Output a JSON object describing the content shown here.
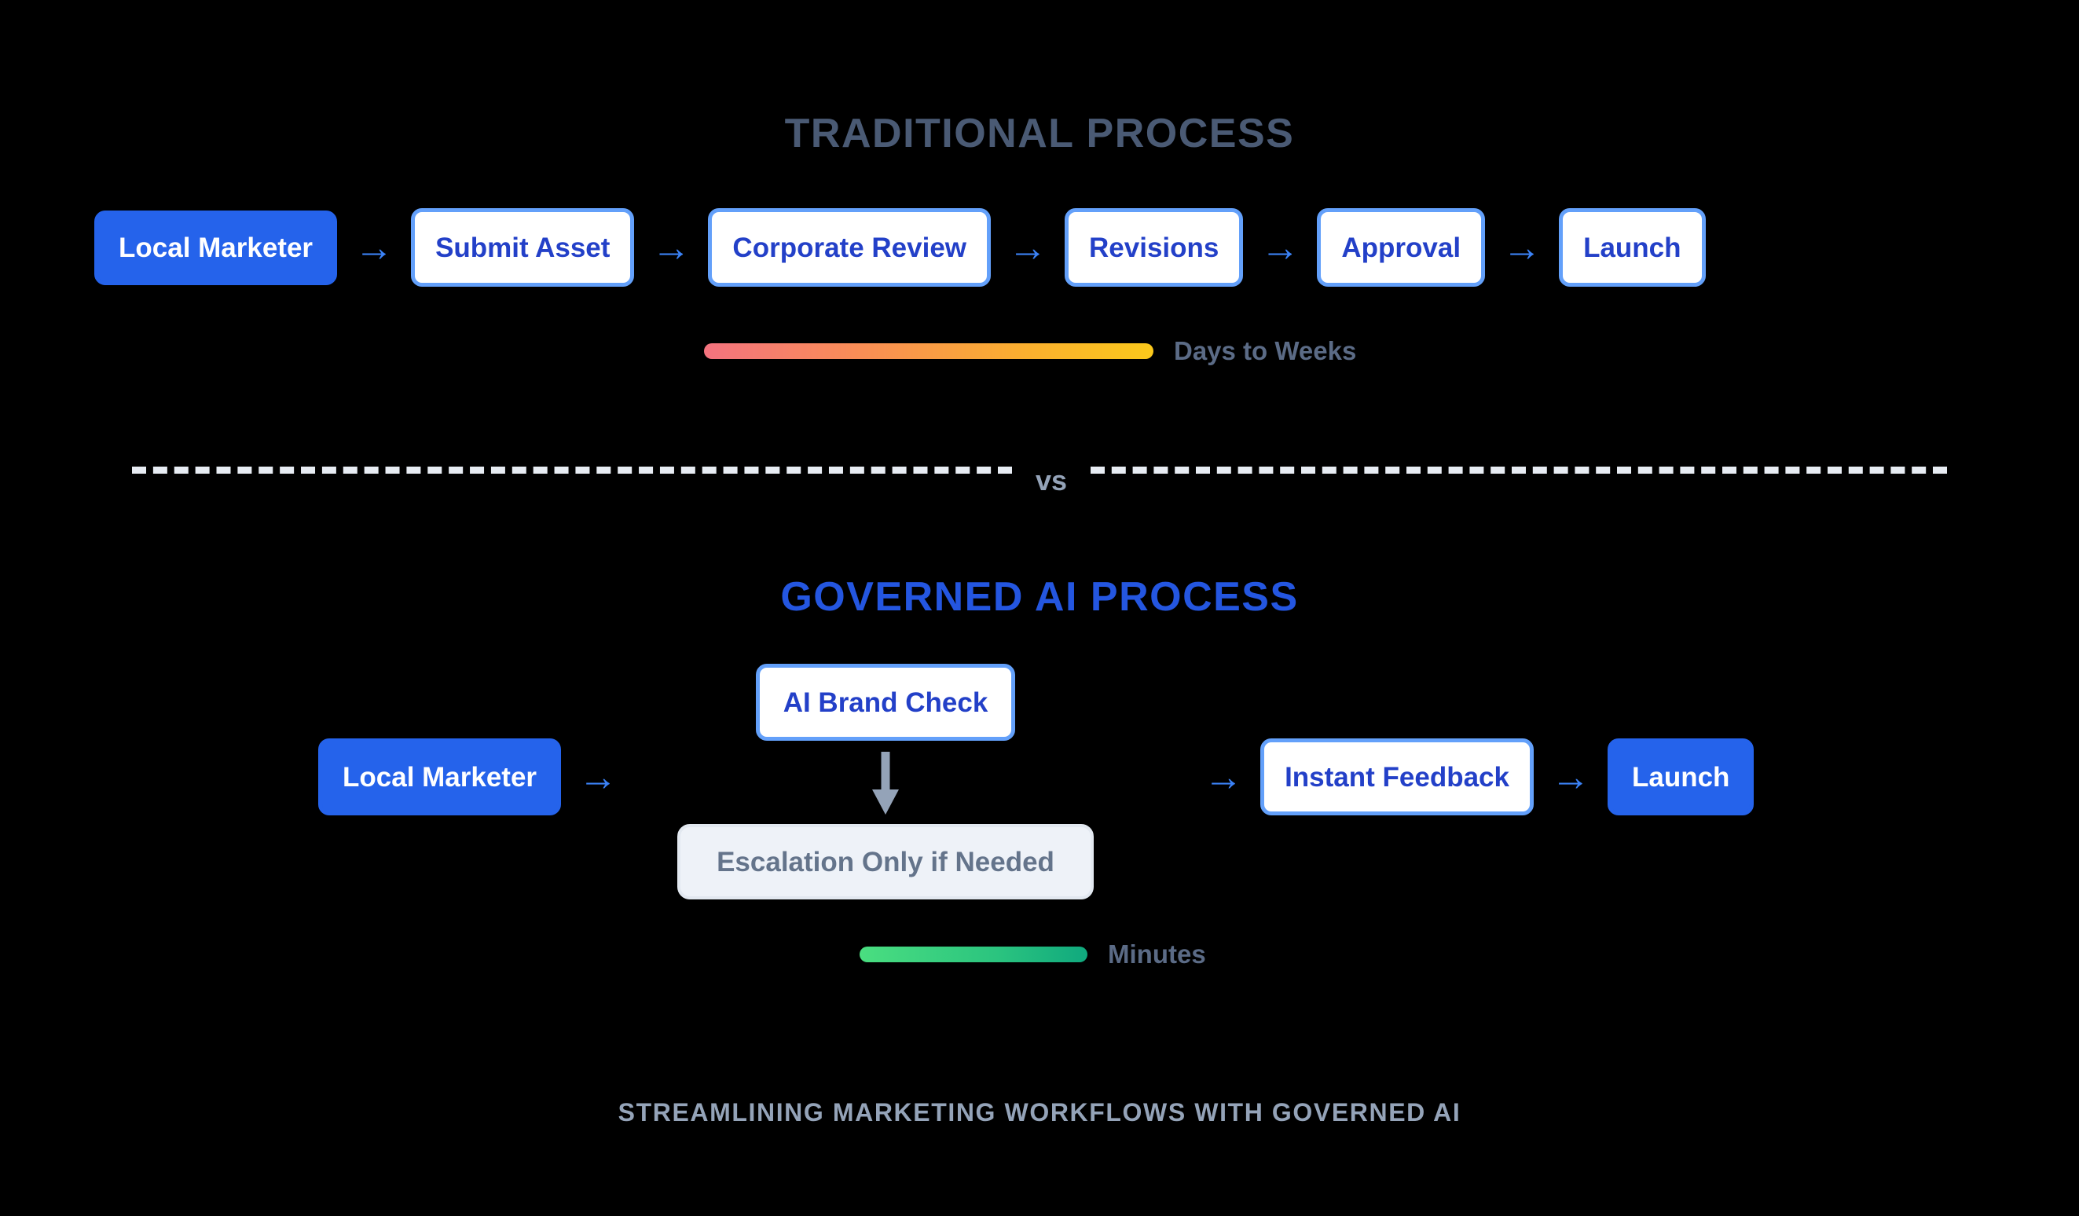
{
  "background": "#000000",
  "colors": {
    "primary_blue": "#2563eb",
    "border_blue": "#63a0fa",
    "text_blue": "#2340c8",
    "arrow_blue": "#3b82f6",
    "slate_title": "#4a5a74",
    "muted_slate": "#94a3b8",
    "escalation_bg": "#eef2f8",
    "escalation_text": "#64748b",
    "bar_slow_start": "#f4737f",
    "bar_slow_end": "#fbc91b",
    "bar_fast_start": "#4ade80",
    "bar_fast_end": "#10a97e"
  },
  "traditional": {
    "title": "TRADITIONAL PROCESS",
    "nodes": [
      {
        "label": "Local Marketer",
        "style": "filled"
      },
      {
        "label": "Submit Asset",
        "style": "outlined"
      },
      {
        "label": "Corporate Review",
        "style": "outlined"
      },
      {
        "label": "Revisions",
        "style": "outlined"
      },
      {
        "label": "Approval",
        "style": "outlined"
      },
      {
        "label": "Launch",
        "style": "outlined"
      }
    ],
    "arrow_glyph": "→",
    "timing_label": "Days to Weeks"
  },
  "divider": {
    "vs_label": "vs"
  },
  "governed": {
    "title": "GOVERNED AI PROCESS",
    "nodes": [
      {
        "label": "Local Marketer",
        "style": "filled"
      },
      {
        "label": "Instant Feedback",
        "style": "outlined"
      },
      {
        "label": "Launch",
        "style": "filled"
      }
    ],
    "branch": {
      "top_label": "AI Brand Check",
      "bottom_label": "Escalation Only if Needed"
    },
    "arrow_glyph": "→",
    "timing_label": "Minutes"
  },
  "caption": "STREAMLINING MARKETING WORKFLOWS WITH GOVERNED AI"
}
